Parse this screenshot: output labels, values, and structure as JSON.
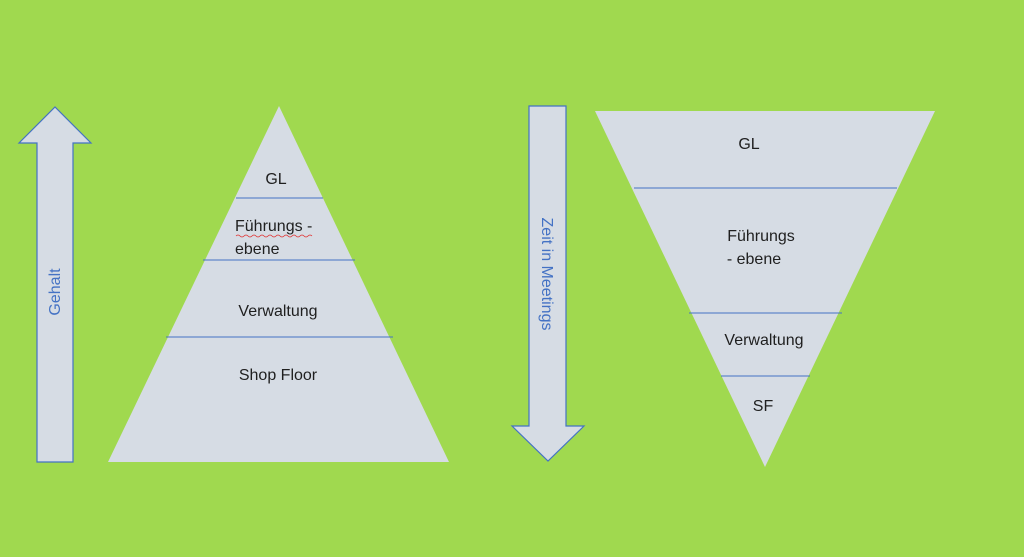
{
  "colors": {
    "background": "#a0d94f",
    "shape_fill": "#d6dce4",
    "outline": "#4472c4",
    "text": "#1f1f1f",
    "arrow_text": "#4472c4"
  },
  "left_arrow": {
    "direction": "up",
    "label": "Gehalt"
  },
  "pyramid": {
    "orientation": "upright",
    "levels": {
      "gl": "GL",
      "fuehrung_line1": "Führungs -",
      "fuehrung_line2": "ebene",
      "verwaltung": "Verwaltung",
      "shop_floor": "Shop Floor"
    }
  },
  "right_arrow": {
    "direction": "down",
    "label": "Zeit in Meetings"
  },
  "inverted_pyramid": {
    "orientation": "inverted",
    "levels": {
      "gl": "GL",
      "fuehrung_line1": "Führungs",
      "fuehrung_line2": "- ebene",
      "verwaltung": "Verwaltung",
      "sf": "SF"
    }
  }
}
